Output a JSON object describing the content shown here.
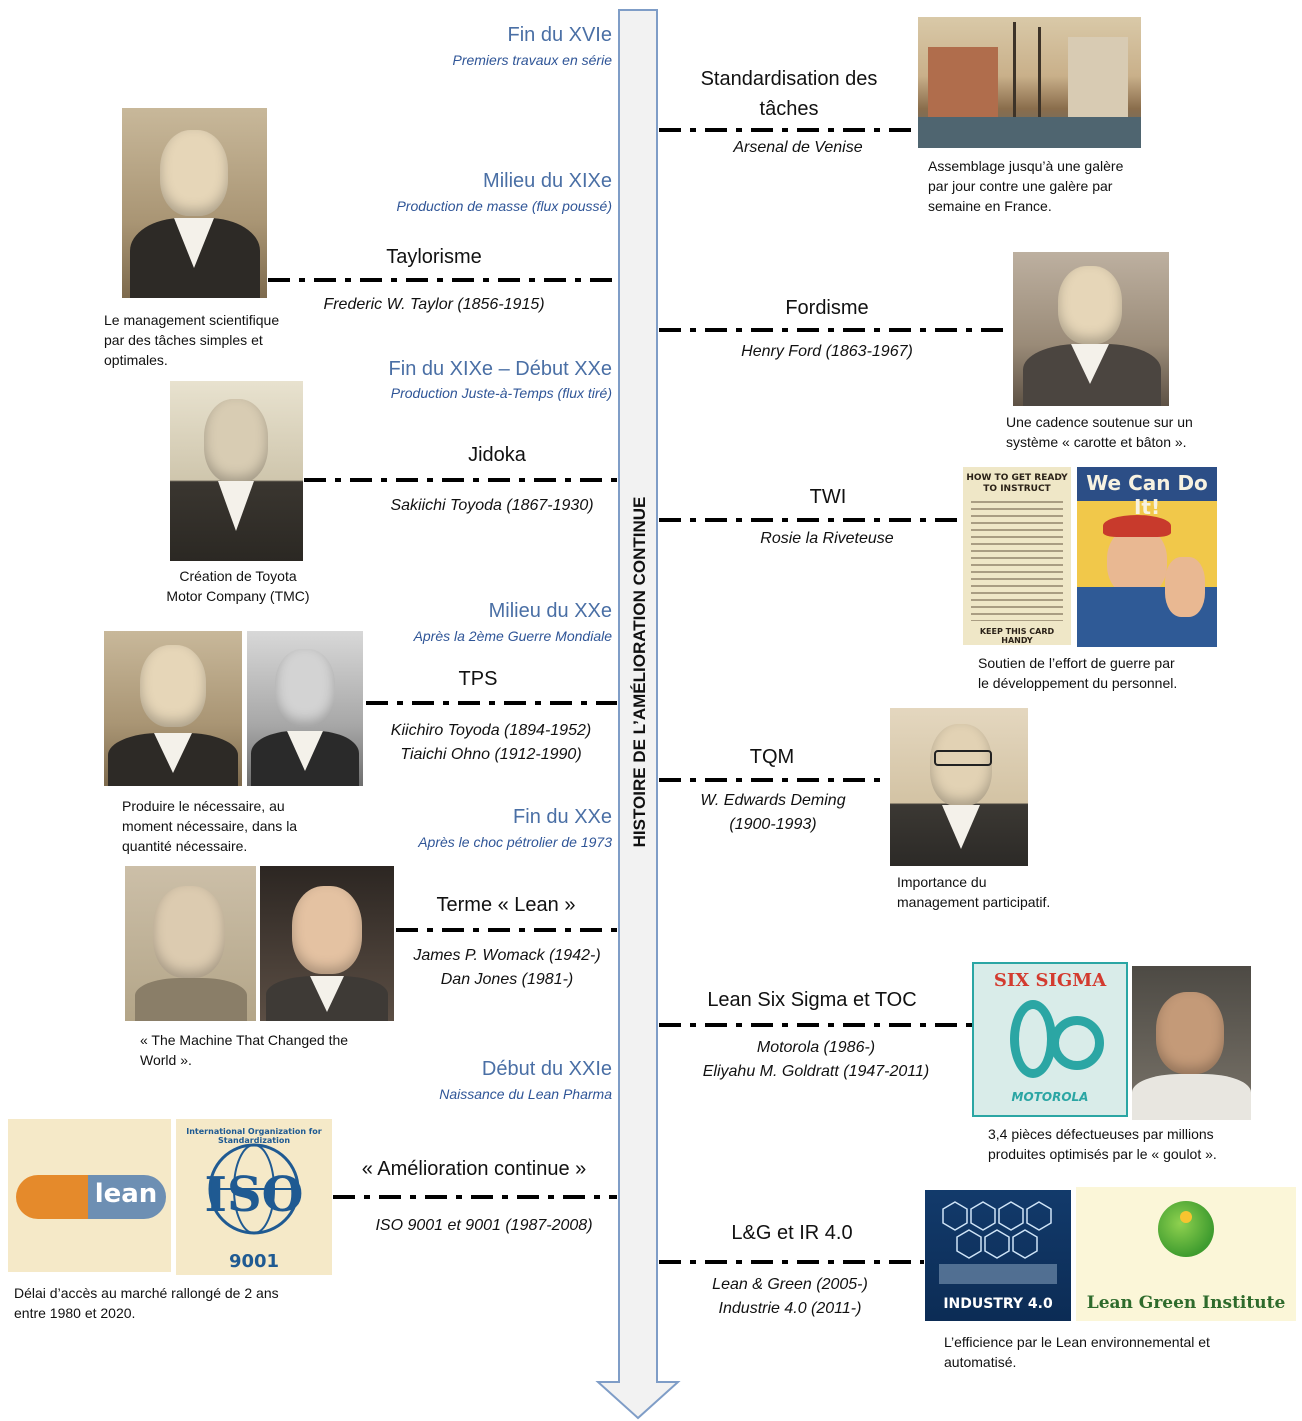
{
  "axis_label": "HISTOIRE DE L’AMÉLIORATION CONTINUE",
  "eras": [
    {
      "title": "Fin du XVIe",
      "subtitle": "Premiers travaux en série"
    },
    {
      "title": "Milieu du XIXe",
      "subtitle": "Production de masse (flux poussé)"
    },
    {
      "title": "Fin du XIXe – Début XXe",
      "subtitle": "Production Juste-à-Temps (flux tiré)"
    },
    {
      "title": "Milieu du XXe",
      "subtitle": "Après la 2ème Guerre Mondiale"
    },
    {
      "title": "Fin du XXe",
      "subtitle": "Après le choc pétrolier de 1973"
    },
    {
      "title": "Début du XXIe",
      "subtitle": "Naissance du Lean Pharma"
    }
  ],
  "events": {
    "standardisation": {
      "title_l1": "Standardisation des",
      "title_l2": "tâches",
      "person": "Arsenal de Venise",
      "caption": [
        "Assemblage jusqu’à une galère",
        "par jour contre une galère par",
        "semaine en France."
      ]
    },
    "taylorisme": {
      "title": "Taylorisme",
      "person": "Frederic W. Taylor (1856-1915)",
      "caption": [
        "Le management scientifique",
        "par des tâches simples et",
        "optimales."
      ]
    },
    "fordisme": {
      "title": "Fordisme",
      "person": "Henry Ford (1863-1967)",
      "caption": [
        "Une cadence soutenue sur un",
        "système « carotte et bâton »."
      ]
    },
    "jidoka": {
      "title": "Jidoka",
      "person": "Sakiichi Toyoda (1867-1930)",
      "caption": [
        "Création de Toyota",
        "Motor Company (TMC)"
      ]
    },
    "twi": {
      "title": "TWI",
      "person": "Rosie la Riveteuse",
      "caption": [
        "Soutien de l’effort de guerre par",
        "le développement du personnel."
      ],
      "poster_left": [
        "HOW TO GET READY",
        "TO INSTRUCT"
      ],
      "poster_left_footer": "KEEP THIS CARD HANDY",
      "poster_right": "We Can Do It!"
    },
    "tps": {
      "title": "TPS",
      "person_l1": "Kiichiro Toyoda (1894-1952)",
      "person_l2": "Tiaichi Ohno (1912-1990)",
      "caption": [
        "Produire le nécessaire, au",
        "moment nécessaire, dans la",
        "quantité nécessaire."
      ]
    },
    "tqm": {
      "title": "TQM",
      "person_l1": "W. Edwards Deming",
      "person_l2": "(1900-1993)",
      "caption": [
        "Importance du",
        "management participatif."
      ]
    },
    "lean": {
      "title": "Terme « Lean »",
      "person_l1": "James P. Womack (1942-)",
      "person_l2": "Dan Jones (1981-)",
      "caption": [
        "« The Machine That Changed the",
        "World »."
      ]
    },
    "lss": {
      "title": "Lean Six Sigma et TOC",
      "person_l1": "Motorola (1986-)",
      "person_l2": "Eliyahu M. Goldratt (1947-2011)",
      "caption": [
        "3,4 pièces défectueuses par millions",
        "produites optimisés par le « goulot »."
      ],
      "logo_title": "SIX SIGMA",
      "logo_footer": "MOTOROLA"
    },
    "amelioration": {
      "title": "« Amélioration continue »",
      "person": "ISO 9001 et 9001 (1987-2008)",
      "caption": [
        "Délai d’accès au marché rallongé de 2 ans",
        "entre 1980 et 2020."
      ],
      "pill_text": "lean",
      "iso_text": "ISO",
      "iso_ring": "International Organization for Standardization",
      "iso_number": "9001"
    },
    "lg": {
      "title": "L&G et IR 4.0",
      "person_l1": "Lean & Green (2005-)",
      "person_l2": "Industrie 4.0 (2011-)",
      "caption": [
        "L’efficience par le Lean environnemental et",
        "automatisé."
      ],
      "industry_text": "INDUSTRY 4.0",
      "green_text": "Lean Green Institute"
    }
  },
  "colors": {
    "era_title": "#4a6fa5",
    "era_subtitle": "#2f5597",
    "arrow_fill": "#f2f2f2",
    "arrow_stroke": "#7f9dc7"
  }
}
